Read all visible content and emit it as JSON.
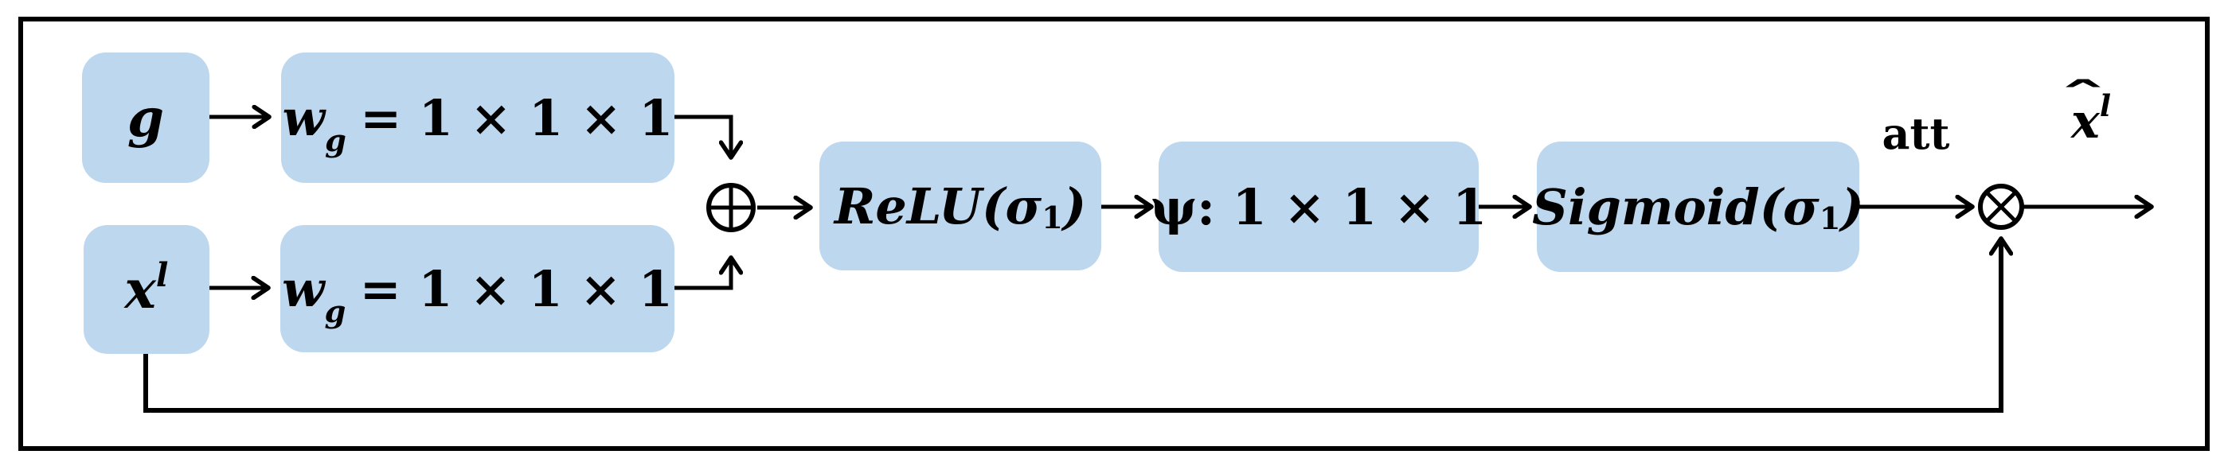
{
  "diagram": {
    "colors": {
      "box_fill": "#BDD7EE",
      "line": "#000000",
      "background": "#FFFFFF"
    },
    "nodes": {
      "g": {
        "label": "g"
      },
      "xl": {
        "base": "x",
        "sup": "l"
      },
      "wg_top": {
        "base": "w",
        "sub": "g",
        "rest": "= 1 × 1 × 1"
      },
      "wg_bottom": {
        "base": "w",
        "sub": "g",
        "rest": "= 1 × 1 × 1"
      },
      "relu": {
        "pre": "ReLU(σ",
        "sub": "1",
        "post": ")"
      },
      "psi": {
        "label": "ψ: 1 × 1 × 1"
      },
      "sigmoid": {
        "pre": "Sigmoid(σ",
        "sub": "1",
        "post": ")"
      }
    },
    "labels": {
      "att": "att",
      "output": {
        "hat": "ˆ",
        "base": "x",
        "sup": "l"
      }
    },
    "operators": {
      "add_symbol": "⊕",
      "multiply_symbol": "⊗"
    }
  }
}
